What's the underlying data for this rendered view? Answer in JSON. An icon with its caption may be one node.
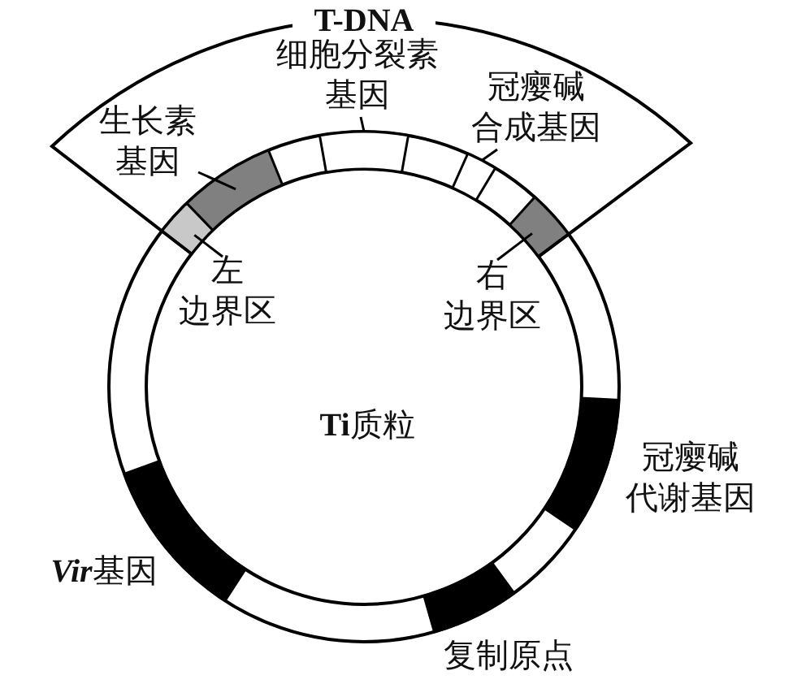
{
  "diagram": {
    "nodes": [
      {
        "text": [
          "T-DNA"
        ]
      },
      {
        "text": [
          "**Ti**质粒"
        ]
      },
      {
        "text": [
          "生长素基因"
        ],
        "in": 0
      },
      {
        "text": [
          "细胞分裂素基因"
        ],
        "in": 0
      },
      {
        "text": [
          "冠瘿碱合成基因"
        ],
        "in": 0
      },
      {
        "text": [],
        "shape": "bar"
      },
      {
        "text": [],
        "shape": "bar"
      },
      {
        "text": [],
        "shape": "bar"
      },
      {
        "text": [],
        "shape": "bar"
      },
      {
        "text": [],
        "shape": "bar"
      },
      {
        "text": [
          "左边界区"
        ],
        "in": 1
      },
      {
        "text": [
          "右边界区"
        ],
        "in": 1
      },
      {
        "text": [],
        "shape": "bar",
        "in": 1,
        "beside": [
          "冠瘿碱代谢基因"
        ]
      },
      {
        "text": [],
        "shape": "bar",
        "in": 1,
        "beside": [
          "**Vir**基因"
        ]
      },
      {
        "text": [],
        "shape": "bar",
        "in": 1,
        "beside": [
          "复制原点"
        ]
      }
    ],
    "edges": [
      {
        "from": 2,
        "to": 6,
        "arrow": "none"
      },
      {
        "from": 3,
        "to": 7,
        "arrow": "none"
      },
      {
        "from": 4,
        "to": 8,
        "arrow": "none"
      },
      {
        "from": 10,
        "to": 5,
        "arrow": "none"
      },
      {
        "from": 11,
        "to": 9,
        "arrow": "none"
      }
    ]
  }
}
